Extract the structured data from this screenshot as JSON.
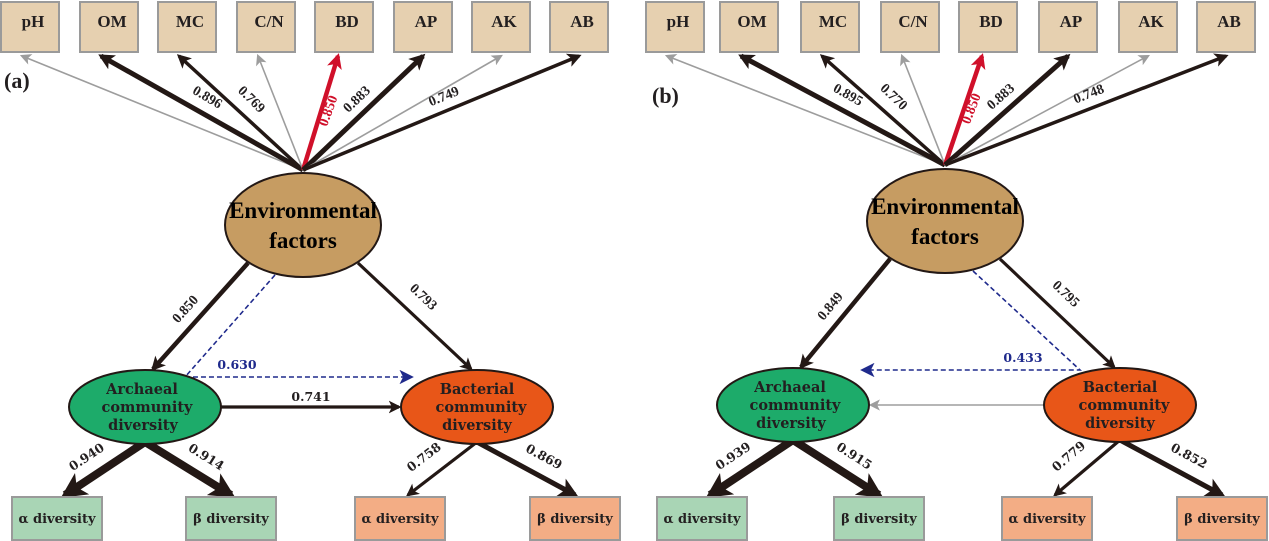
{
  "colors": {
    "env_fill": "#c69c62",
    "indicator_fill": "#e6d0b0",
    "indicator_stroke": "#9a9a9a",
    "archaeal_fill": "#1dab6a",
    "bacterial_fill": "#e85618",
    "arch_div_fill": "#a9d5b5",
    "bact_div_fill": "#f3ad85",
    "strong_arrow": "#231815",
    "weak_arrow": "#9d9d9d",
    "highlight_arrow": "#d0102a",
    "indirect_arrow": "#1f2a8c"
  },
  "panels": [
    {
      "label": "(a)",
      "environment": {
        "line1": "Environmental",
        "line2": "factors"
      },
      "archaeal": {
        "line1": "Archaeal",
        "line2": "community",
        "line3": "diversity"
      },
      "bacterial": {
        "line1": "Bacterial",
        "line2": "community",
        "line3": "diversity"
      },
      "indicators": [
        {
          "name": "pH",
          "loading": null,
          "style": "weak"
        },
        {
          "name": "OM",
          "loading": "0.896",
          "style": "strong"
        },
        {
          "name": "MC",
          "loading": "0.769",
          "style": "medium"
        },
        {
          "name": "C/N",
          "loading": null,
          "style": "weak"
        },
        {
          "name": "BD",
          "loading": "0.850",
          "style": "highlight"
        },
        {
          "name": "AP",
          "loading": "0.883",
          "style": "strong"
        },
        {
          "name": "AK",
          "loading": null,
          "style": "weak"
        },
        {
          "name": "AB",
          "loading": "0.749",
          "style": "medium"
        }
      ],
      "paths": {
        "env_to_archaeal": "0.850",
        "env_to_bacterial": "0.793",
        "archaeal_to_bacterial": "0.741",
        "indirect": "0.630",
        "indirect_direction": "archaeal_to_bacterial",
        "lateral_style": "strong"
      },
      "archaeal_outcomes": [
        {
          "label": "α diversity",
          "loading": "0.940"
        },
        {
          "label": "β diversity",
          "loading": "0.914"
        }
      ],
      "bacterial_outcomes": [
        {
          "label": "α diversity",
          "loading": "0.758"
        },
        {
          "label": "β diversity",
          "loading": "0.869"
        }
      ]
    },
    {
      "label": "(b)",
      "environment": {
        "line1": "Environmental",
        "line2": "factors"
      },
      "archaeal": {
        "line1": "Archaeal",
        "line2": "community",
        "line3": "diversity"
      },
      "bacterial": {
        "line1": "Bacterial",
        "line2": "community",
        "line3": "diversity"
      },
      "indicators": [
        {
          "name": "pH",
          "loading": null,
          "style": "weak"
        },
        {
          "name": "OM",
          "loading": "0.895",
          "style": "strong"
        },
        {
          "name": "MC",
          "loading": "0.770",
          "style": "medium"
        },
        {
          "name": "C/N",
          "loading": null,
          "style": "weak"
        },
        {
          "name": "BD",
          "loading": "0.850",
          "style": "highlight"
        },
        {
          "name": "AP",
          "loading": "0.883",
          "style": "strong"
        },
        {
          "name": "AK",
          "loading": null,
          "style": "weak"
        },
        {
          "name": "AB",
          "loading": "0.748",
          "style": "medium"
        }
      ],
      "paths": {
        "env_to_archaeal": "0.849",
        "env_to_bacterial": "0.795",
        "archaeal_to_bacterial": null,
        "indirect": "0.433",
        "indirect_direction": "bacterial_to_archaeal",
        "lateral_style": "weak"
      },
      "archaeal_outcomes": [
        {
          "label": "α diversity",
          "loading": "0.939"
        },
        {
          "label": "β diversity",
          "loading": "0.915"
        }
      ],
      "bacterial_outcomes": [
        {
          "label": "α diversity",
          "loading": "0.779"
        },
        {
          "label": "β diversity",
          "loading": "0.852"
        }
      ]
    }
  ]
}
